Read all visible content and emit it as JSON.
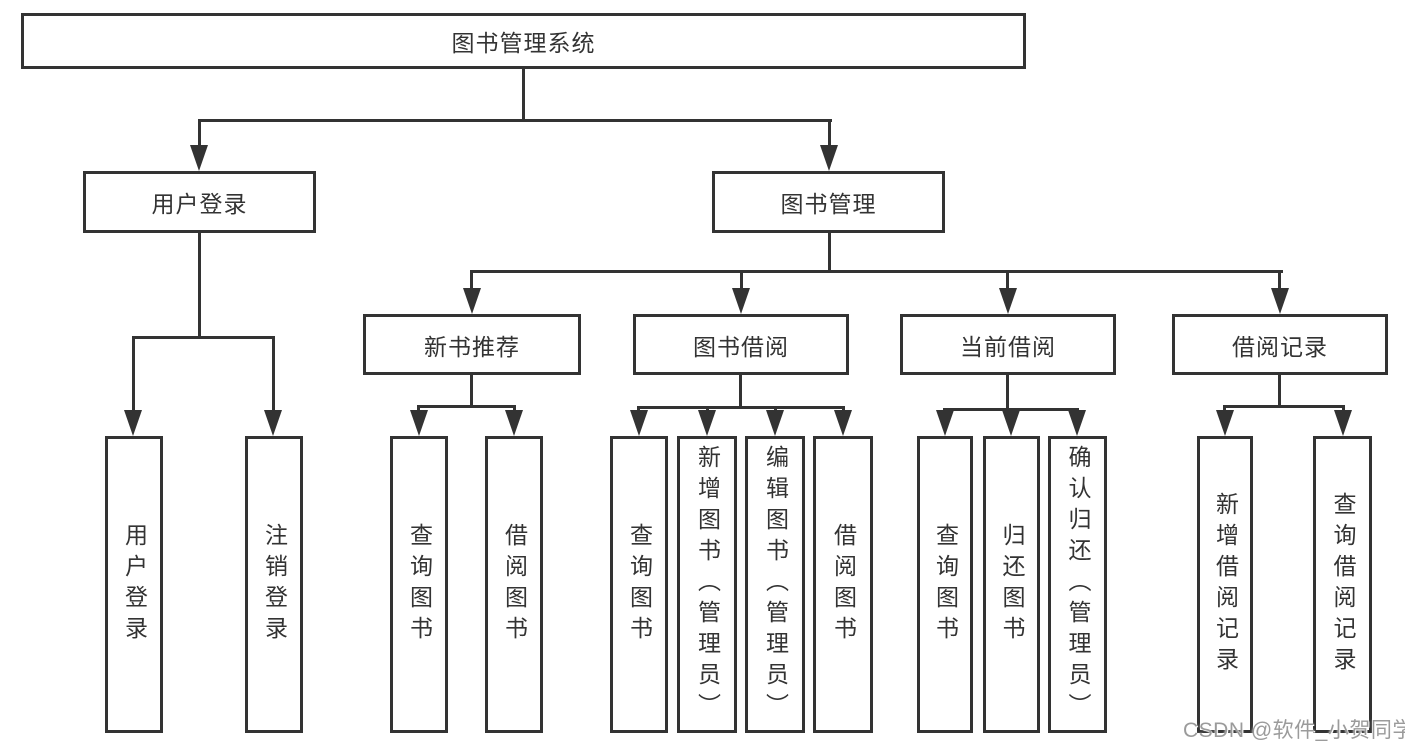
{
  "diagram_title": "图书管理系统",
  "nodes": {
    "root": "图书管理系统",
    "l1": [
      "用户登录",
      "图书管理"
    ],
    "l2": [
      "新书推荐",
      "图书借阅",
      "当前借阅",
      "借阅记录"
    ],
    "leaves_user": [
      "用户登录",
      "注销登录"
    ],
    "leaves_new_book": [
      "查询图书",
      "借阅图书"
    ],
    "leaves_book_borrow": [
      "查询图书",
      "新增图书（管理员）",
      "编辑图书（管理员）",
      "借阅图书"
    ],
    "leaves_current_borrow": [
      "查询图书",
      "归还图书",
      "确认归还（管理员）"
    ],
    "leaves_borrow_record": [
      "新增借阅记录",
      "查询借阅记录"
    ]
  },
  "watermark": "CSDN @软件_小贺同学",
  "colors": {
    "line": "#333333",
    "text": "#333333",
    "watermark": "#9b9b9b",
    "background": "#ffffff"
  }
}
